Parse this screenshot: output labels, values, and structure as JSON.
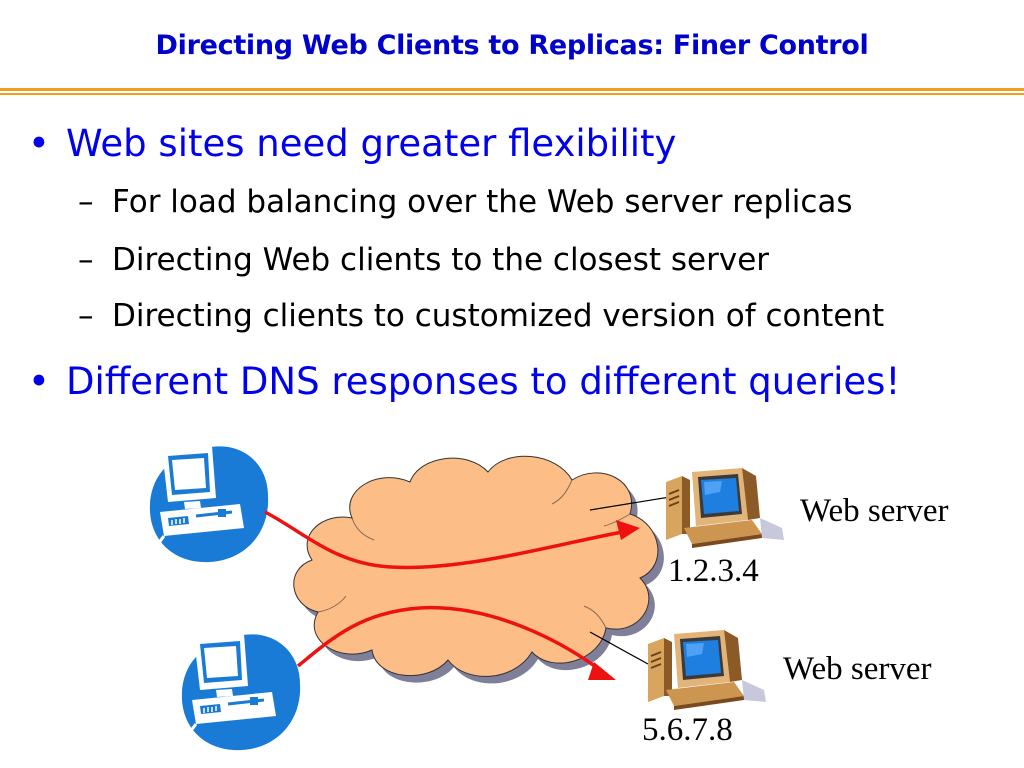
{
  "slide": {
    "title": "Directing Web Clients to Replicas: Finer Control"
  },
  "bullets": [
    {
      "text": "Web sites need greater flexibility",
      "marker": "•",
      "subitems": [
        {
          "text": "For load balancing over the Web server replicas",
          "marker": "–"
        },
        {
          "text": "Directing Web clients to the closest server",
          "marker": "–"
        },
        {
          "text": "Directing clients to customized version of content",
          "marker": "–"
        }
      ]
    },
    {
      "text": "Different DNS responses to different queries!",
      "marker": "•",
      "subitems": []
    }
  ],
  "diagram": {
    "servers": [
      {
        "label": "Web server",
        "address": "1.2.3.4"
      },
      {
        "label": "Web server",
        "address": "5.6.7.8"
      }
    ],
    "icons": {
      "client": "computer-icon",
      "server": "server-icon",
      "network": "cloud-icon"
    },
    "colors": {
      "title": "#0000cc",
      "bullet_l1": "#0000ee",
      "rule": "#f0a020",
      "cloud_fill": "#fdbd86",
      "cloud_shadow": "#7f7f9a",
      "arrow": "#ee1111",
      "client_icon": "#1a7bd6",
      "server_body": "#d9a55e"
    }
  }
}
